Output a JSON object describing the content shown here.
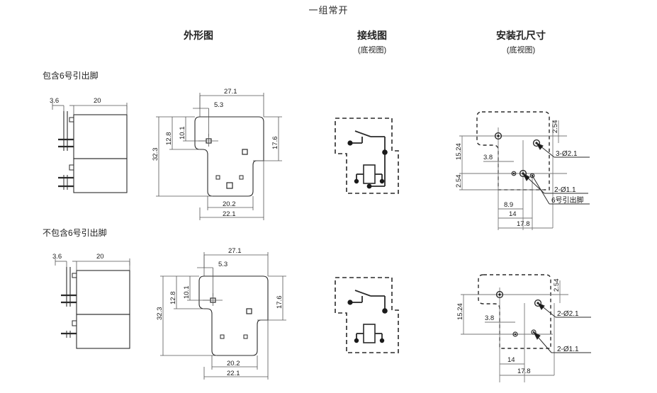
{
  "title": "一组常开",
  "columns": [
    {
      "label": "外形图",
      "sub": ""
    },
    {
      "label": "接线图",
      "sub": "(底视图)"
    },
    {
      "label": "安装孔尺寸",
      "sub": "(底视图)"
    }
  ],
  "rows": [
    {
      "label": "包含6号引出脚",
      "side_view": {
        "dims": [
          "3.6",
          "20"
        ]
      },
      "outline": {
        "dims": {
          "top_width": "27.1",
          "notch_offset": "5.3",
          "left_upper": "12.8",
          "inner_upper": "10.1",
          "total_height": "32.3",
          "right_height": "17.6",
          "bottom_inner": "20.2",
          "bottom_total": "22.1"
        }
      },
      "mounting": {
        "dims": {
          "top_right": "2.54",
          "left_tall": "15.24",
          "left_short": "2.54",
          "mid_small": "3.8",
          "b1": "8.9",
          "b2": "14",
          "b3": "17.8"
        },
        "callouts": [
          "3-Ø2.1",
          "2-Ø1.1",
          "6号引出脚"
        ]
      }
    },
    {
      "label": "不包含6号引出脚",
      "side_view": {
        "dims": [
          "3.6",
          "20"
        ]
      },
      "outline": {
        "dims": {
          "top_width": "27.1",
          "notch_offset": "5.3",
          "left_upper": "12.8",
          "inner_upper": "10.1",
          "total_height": "32.3",
          "right_height": "17.6",
          "bottom_inner": "20.2",
          "bottom_total": "22.1"
        }
      },
      "mounting": {
        "dims": {
          "top_right": "2.54",
          "left_tall": "15.24",
          "mid_small": "3.8",
          "b2": "14",
          "b3": "17.8"
        },
        "callouts": [
          "2-Ø2.1",
          "2-Ø1.1"
        ]
      }
    }
  ],
  "colors": {
    "line": "#2a2a2a",
    "dim": "#5a5a5a",
    "background": "#ffffff"
  }
}
